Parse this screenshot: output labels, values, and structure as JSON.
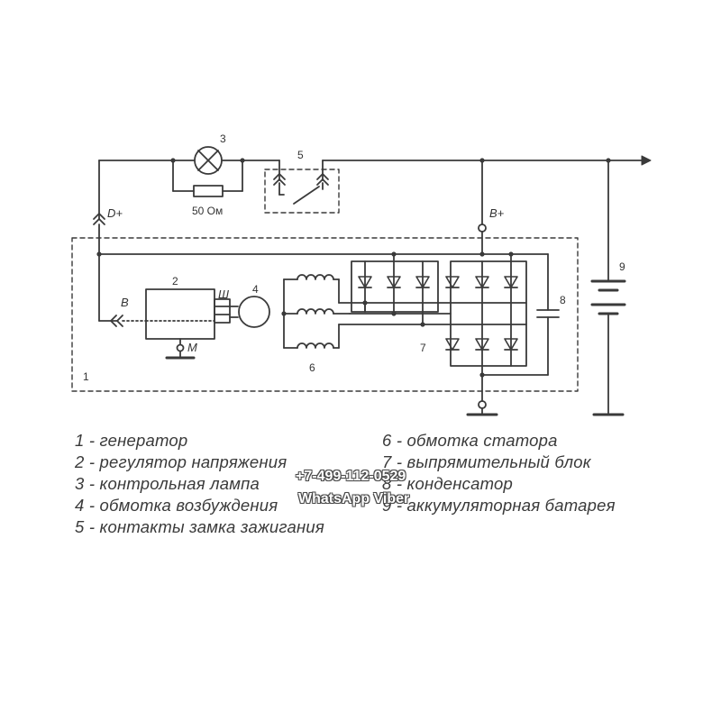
{
  "colors": {
    "line": "#3a3a3a",
    "text": "#333333",
    "background": "#ffffff"
  },
  "diagram": {
    "labels": {
      "n3": "3",
      "n5": "5",
      "resistor": "50 Ом",
      "d_plus": "D+",
      "b_plus": "B+",
      "n2": "2",
      "sh": "Ш",
      "n4": "4",
      "b": "В",
      "m": "М",
      "n6": "6",
      "n7": "7",
      "n8": "8",
      "n9": "9",
      "n1": "1"
    }
  },
  "legend": {
    "left": [
      "1 - генератор",
      "2 - регулятор напряжения",
      "3 - контрольная лампа",
      "4 - обмотка возбуждения",
      "5 - контакты замка зажигания"
    ],
    "right": [
      "6 - обмотка статора",
      "7 - выпрямительный блок",
      "8 - конденсатор",
      "9 - аккумуляторная батарея"
    ]
  },
  "watermark": {
    "phone": "+7-499-112-0529",
    "messengers": "WhatsApp Viber"
  }
}
